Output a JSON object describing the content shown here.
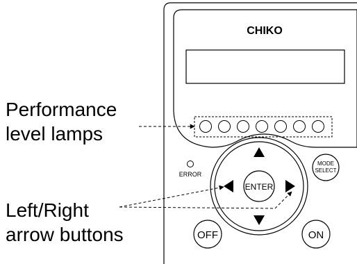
{
  "device": {
    "brand": "CHIKO",
    "indicator_label": "ERROR",
    "buttons": {
      "enter": "ENTER",
      "mode_select_line1": "MODE",
      "mode_select_line2": "SELECT",
      "off": "OFF",
      "on": "ON"
    },
    "icons": {
      "up": "up-arrow-icon",
      "down": "down-arrow-icon",
      "left": "left-arrow-icon",
      "right": "right-arrow-icon"
    },
    "performance_lamp_count": 7
  },
  "callouts": {
    "lamps_line1": "Performance",
    "lamps_line2": "level lamps",
    "arrows_line1": "Left/Right",
    "arrows_line2": "arrow buttons"
  }
}
